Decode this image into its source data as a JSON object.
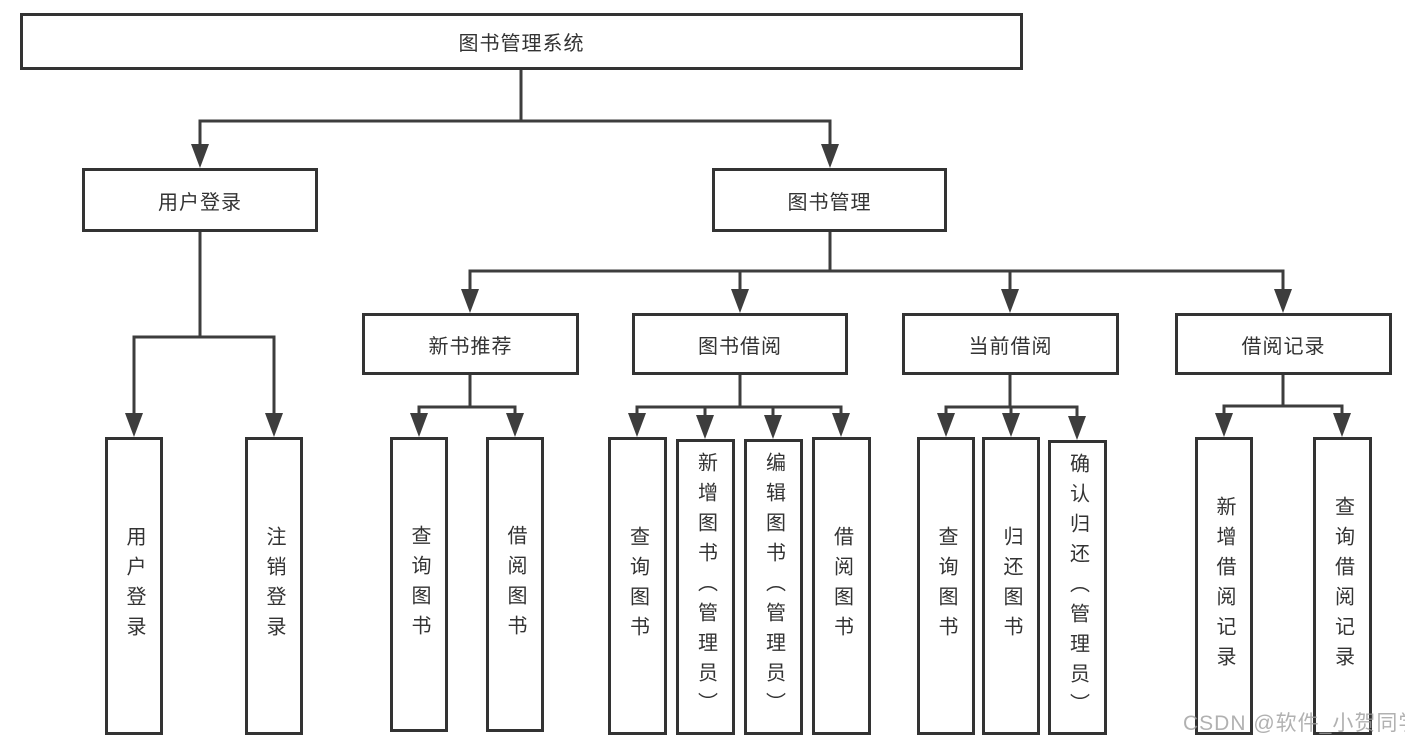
{
  "colors": {
    "background": "#ffffff",
    "box_border": "#333333",
    "connector_line": "#3d3d3d",
    "text": "#333333",
    "watermark_text": "#9e9e9e"
  },
  "watermark": "CSDN @软件_小贺同学",
  "tree": {
    "root": {
      "label": "图书管理系统"
    },
    "branches": [
      {
        "label": "用户登录",
        "leaves": [
          {
            "label": "用户登录"
          },
          {
            "label": "注销登录"
          }
        ]
      },
      {
        "label": "图书管理",
        "groups": [
          {
            "label": "新书推荐",
            "leaves": [
              {
                "label": "查询图书"
              },
              {
                "label": "借阅图书"
              }
            ]
          },
          {
            "label": "图书借阅",
            "leaves": [
              {
                "label": "查询图书"
              },
              {
                "label": "新增图书（管理员）"
              },
              {
                "label": "编辑图书（管理员）"
              },
              {
                "label": "借阅图书"
              }
            ]
          },
          {
            "label": "当前借阅",
            "leaves": [
              {
                "label": "查询图书"
              },
              {
                "label": "归还图书"
              },
              {
                "label": "确认归还（管理员）"
              }
            ]
          },
          {
            "label": "借阅记录",
            "leaves": [
              {
                "label": "新增借阅记录"
              },
              {
                "label": "查询借阅记录"
              }
            ]
          }
        ]
      }
    ]
  }
}
